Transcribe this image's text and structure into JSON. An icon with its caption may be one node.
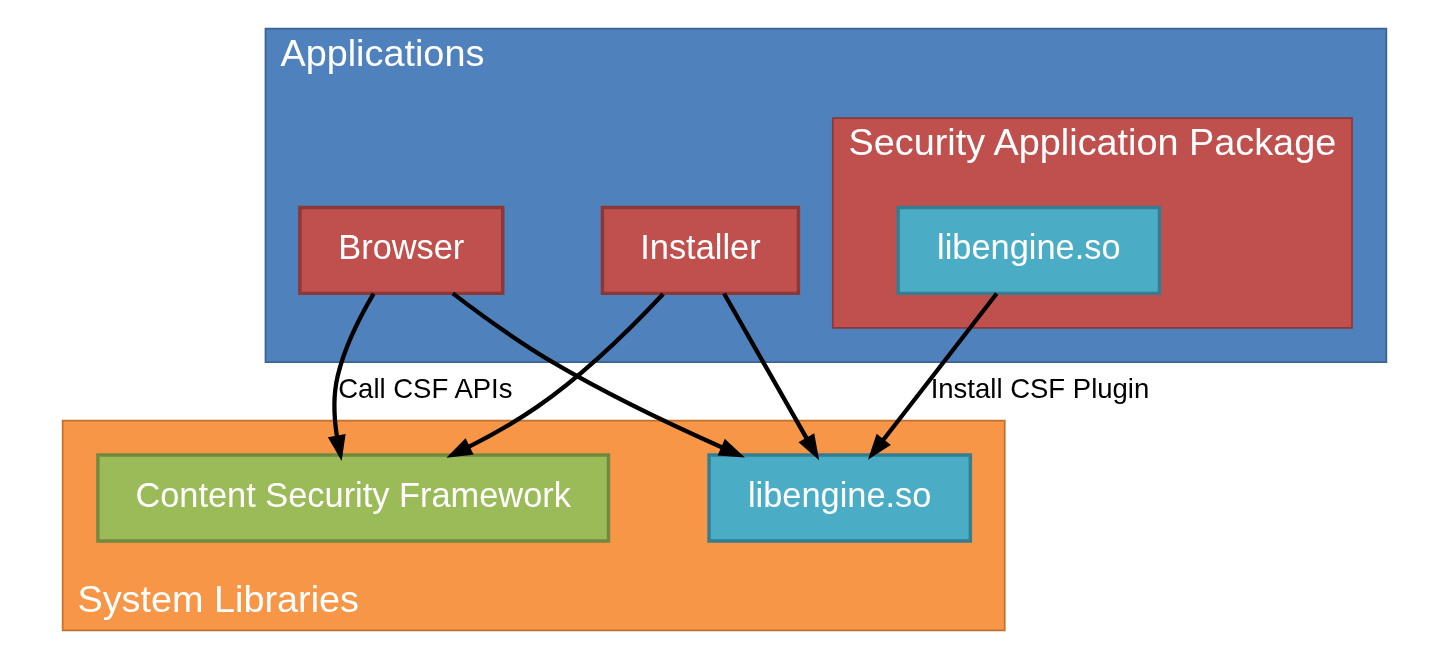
{
  "diagram": {
    "nodes": [
      {
        "text": [
          "Applications"
        ]
      },
      {
        "text": [
          "Browser"
        ],
        "in": 0
      },
      {
        "text": [
          "Installer"
        ],
        "in": 0
      },
      {
        "text": [
          "Security Application Package"
        ],
        "in": 0
      },
      {
        "text": [
          "libengine.so"
        ],
        "in": 3
      },
      {
        "text": [
          "System Libraries"
        ]
      },
      {
        "text": [
          "Content Security Framework"
        ],
        "in": 5
      },
      {
        "text": [
          "libengine.so"
        ],
        "in": 5
      }
    ],
    "edges": [
      {
        "from": 1,
        "to": 6,
        "arrow": "to",
        "label": "Call CSF APIs"
      },
      {
        "from": 1,
        "to": 7,
        "arrow": "to"
      },
      {
        "from": 2,
        "to": 6,
        "arrow": "to"
      },
      {
        "from": 2,
        "to": 7,
        "arrow": "to"
      },
      {
        "from": 4,
        "to": 7,
        "arrow": "to",
        "label": "Install CSF Plugin"
      }
    ]
  }
}
